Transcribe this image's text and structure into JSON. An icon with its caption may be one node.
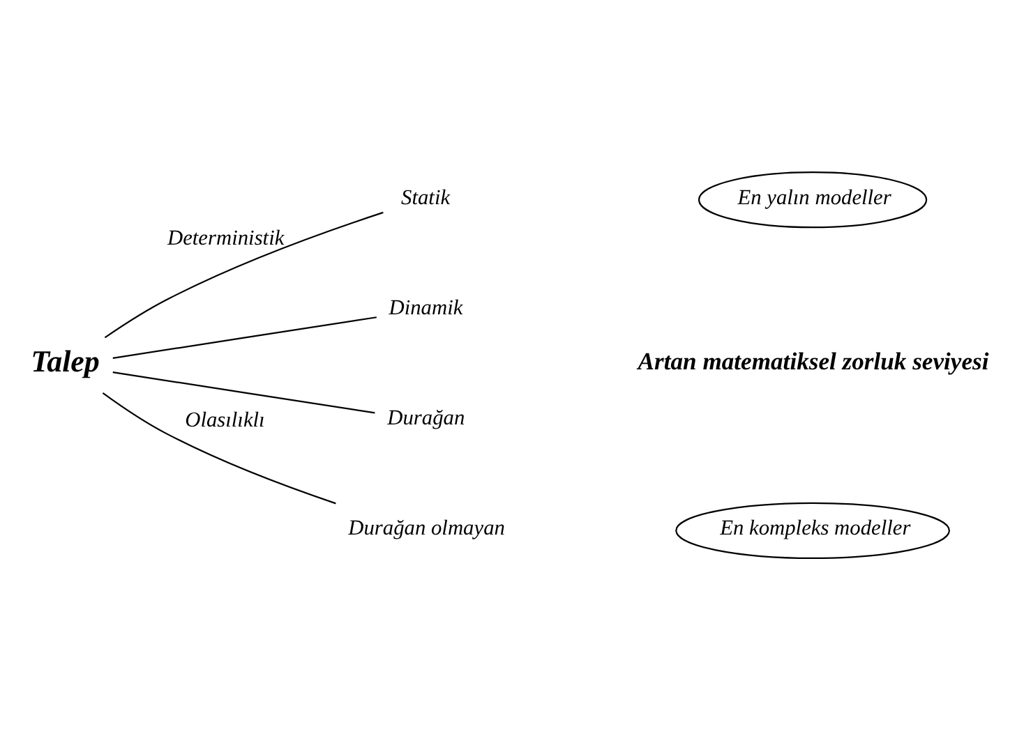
{
  "diagram": {
    "nodes": [
      {
        "text": [
          "Talep"
        ]
      },
      {
        "text": [
          "Statik"
        ]
      },
      {
        "text": [
          "Dinamik"
        ]
      },
      {
        "text": [
          "Durağan"
        ]
      },
      {
        "text": [
          "Durağan olmayan"
        ]
      },
      {
        "text": [
          "En yalın modeller"
        ]
      },
      {
        "text": [
          "En kompleks modeller"
        ]
      }
    ],
    "edges": [
      {
        "from": 0,
        "to": 1,
        "arrow": "none",
        "label": "Deterministik"
      },
      {
        "from": 0,
        "to": 2,
        "arrow": "none"
      },
      {
        "from": 0,
        "to": 3,
        "arrow": "none"
      },
      {
        "from": 0,
        "to": 4,
        "arrow": "none",
        "label": "Olasılıklı"
      }
    ],
    "labels": [
      "Artan matematiksel zorluk seviyesi"
    ]
  }
}
